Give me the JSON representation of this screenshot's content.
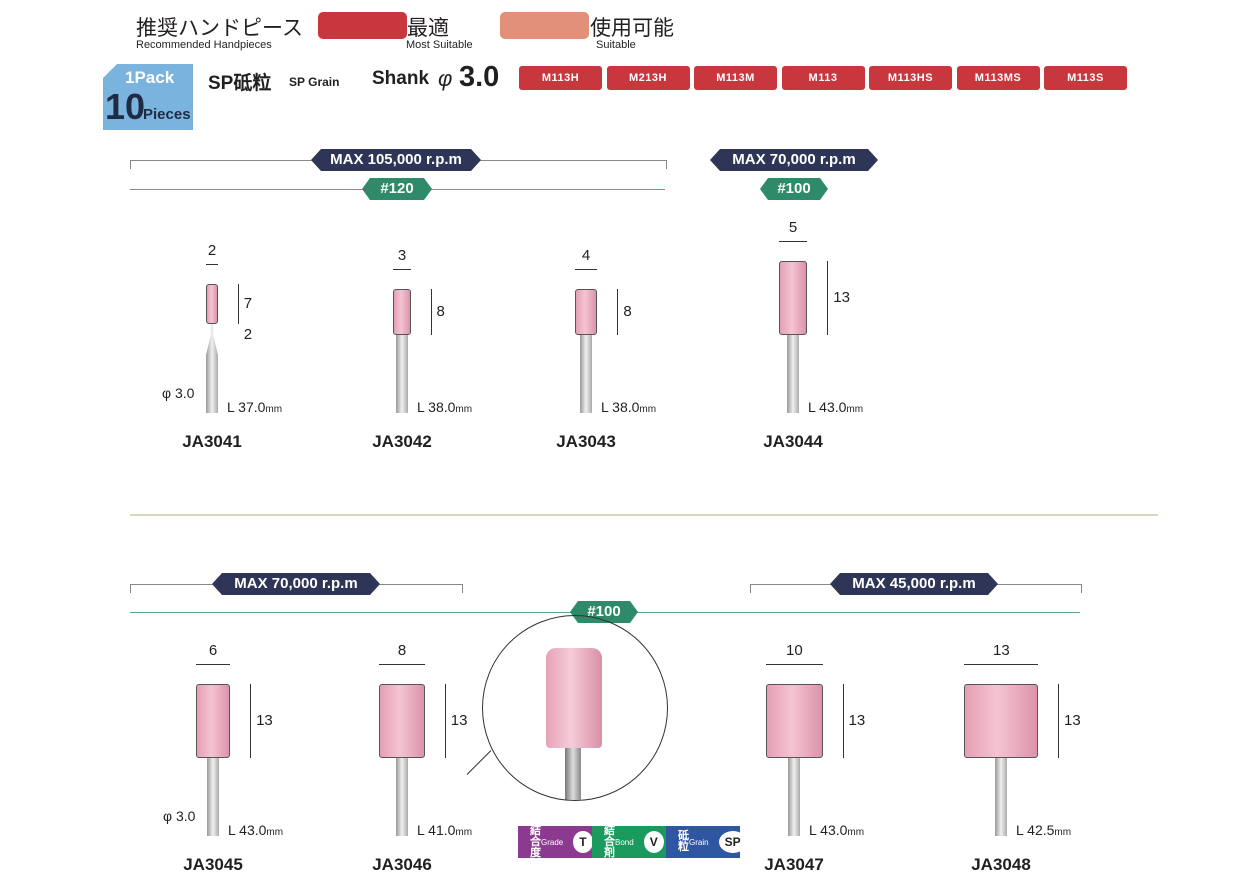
{
  "header": {
    "recommended_jp": "推奨ハンドピース",
    "recommended_en": "Recommended Handpieces",
    "most_jp": "最適",
    "most_en": "Most Suitable",
    "suitable_jp": "使用可能",
    "suitable_en": "Suitable",
    "colors": {
      "most": "#c8373e",
      "suitable": "#e29079"
    }
  },
  "pack": {
    "line1": "1Pack",
    "count": "10",
    "unit": "Pieces"
  },
  "grain": {
    "jp": "SP砥粒",
    "en": "SP Grain"
  },
  "shank": {
    "label": "Shank",
    "symbol": "φ",
    "value": "3.0"
  },
  "handpieces": [
    "M113H",
    "M213H",
    "M113M",
    "M113",
    "M113HS",
    "M113MS",
    "M113S"
  ],
  "rpm": [
    "MAX 105,000 r.p.m",
    "MAX 70,000 r.p.m",
    "MAX 70,000 r.p.m",
    "MAX 45,000 r.p.m"
  ],
  "grit": [
    "#120",
    "#100",
    "#100"
  ],
  "phi_label": "φ 3.0",
  "products": [
    {
      "code": "JA3041",
      "d": 2,
      "h": 7,
      "neck": 2,
      "len": "L 37.0",
      "unit": "mm"
    },
    {
      "code": "JA3042",
      "d": 3,
      "h": 8,
      "len": "L 38.0",
      "unit": "mm"
    },
    {
      "code": "JA3043",
      "d": 4,
      "h": 8,
      "len": "L 38.0",
      "unit": "mm"
    },
    {
      "code": "JA3044",
      "d": 5,
      "h": 13,
      "len": "L 43.0",
      "unit": "mm"
    },
    {
      "code": "JA3045",
      "d": 6,
      "h": 13,
      "len": "L 43.0",
      "unit": "mm"
    },
    {
      "code": "JA3046",
      "d": 8,
      "h": 13,
      "len": "L 41.0",
      "unit": "mm"
    },
    {
      "code": "JA3047",
      "d": 10,
      "h": 13,
      "len": "L 43.0",
      "unit": "mm"
    },
    {
      "code": "JA3048",
      "d": 13,
      "h": 13,
      "len": "L 42.5",
      "unit": "mm"
    }
  ],
  "legend": [
    {
      "jp": "結合度",
      "en": "Grade",
      "value": "T",
      "color": "#8b3a8f"
    },
    {
      "jp": "結合剤",
      "en": "Bond",
      "value": "V",
      "color": "#1a9a5c"
    },
    {
      "jp": "砥 粒",
      "en": "Grain",
      "value": "SP",
      "color": "#2f56a0"
    }
  ]
}
